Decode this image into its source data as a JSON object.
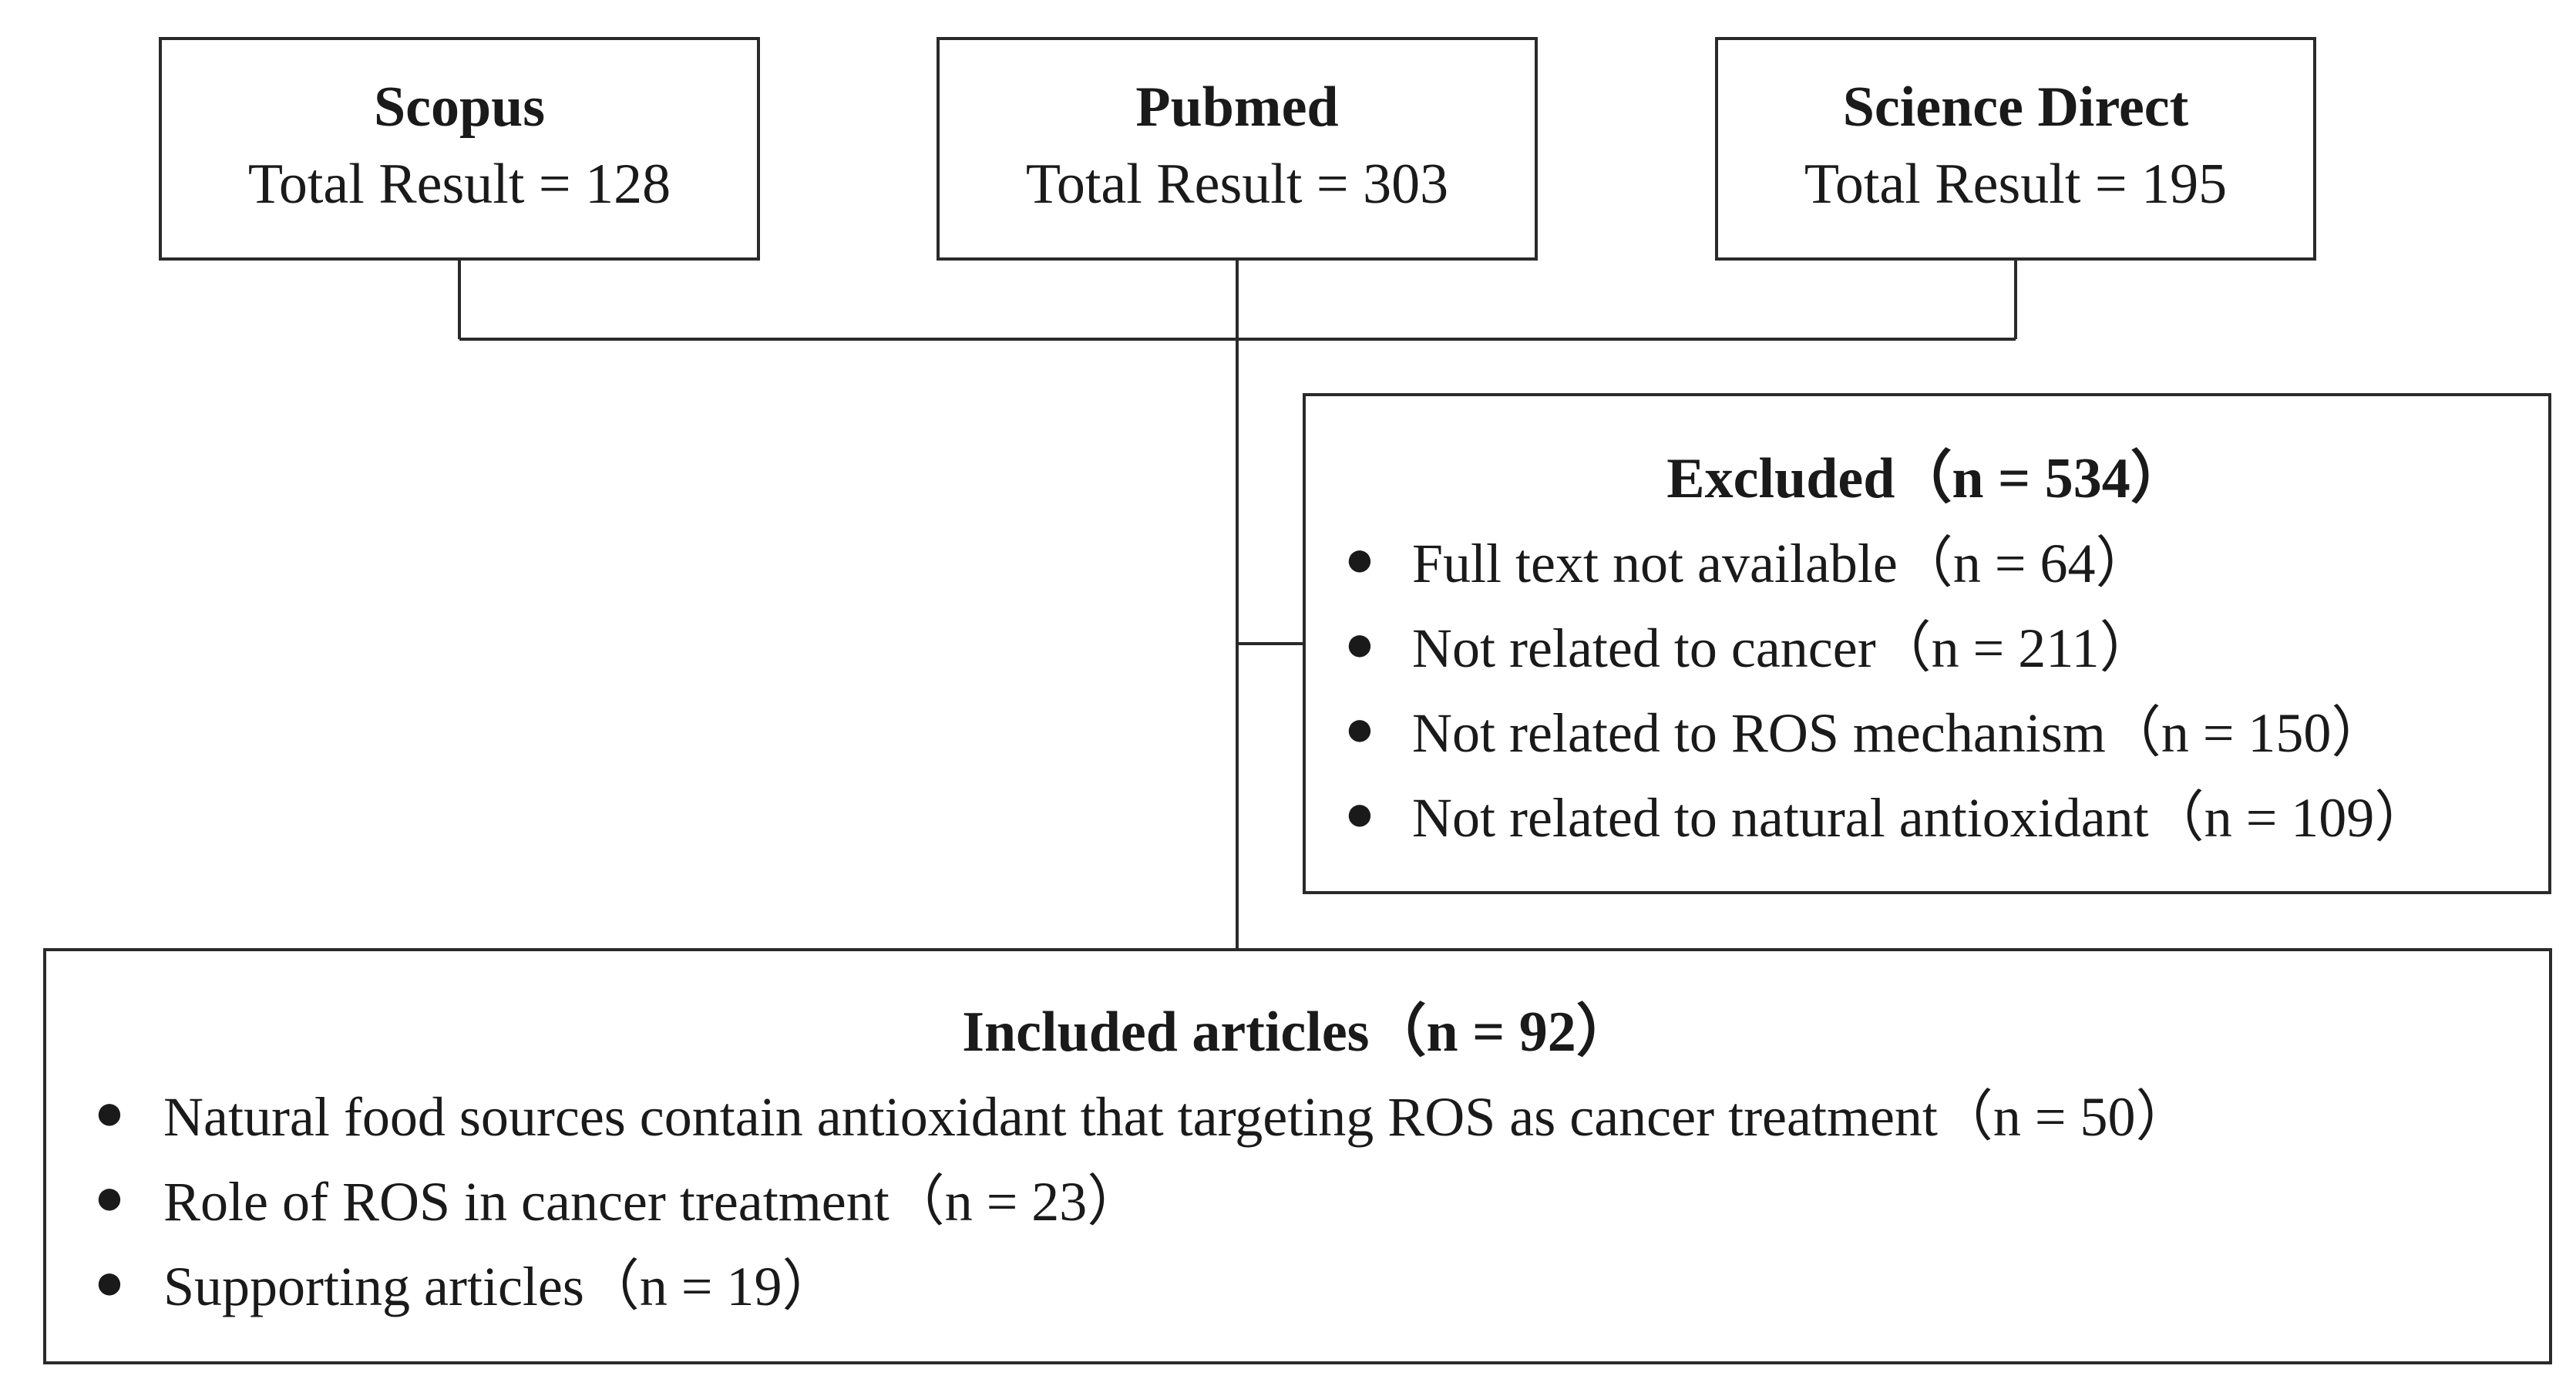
{
  "sources": [
    {
      "name": "Scopus",
      "result": "Total Result = 128"
    },
    {
      "name": "Pubmed",
      "result": "Total Result = 303"
    },
    {
      "name": "Science Direct",
      "result": "Total Result = 195"
    }
  ],
  "excluded": {
    "title": "Excluded（n = 534）",
    "items": [
      "Full text not available（n = 64）",
      "Not related to cancer（n = 211）",
      "Not related to ROS mechanism（n = 150）",
      "Not related to natural antioxidant（n = 109）"
    ]
  },
  "included": {
    "title": "Included articles（n = 92）",
    "items": [
      "Natural food sources contain antioxidant that targeting ROS as cancer treatment（n = 50）",
      "Role of ROS in cancer treatment（n = 23）",
      "Supporting articles（n = 19）"
    ]
  },
  "bullet_glyph": "●"
}
